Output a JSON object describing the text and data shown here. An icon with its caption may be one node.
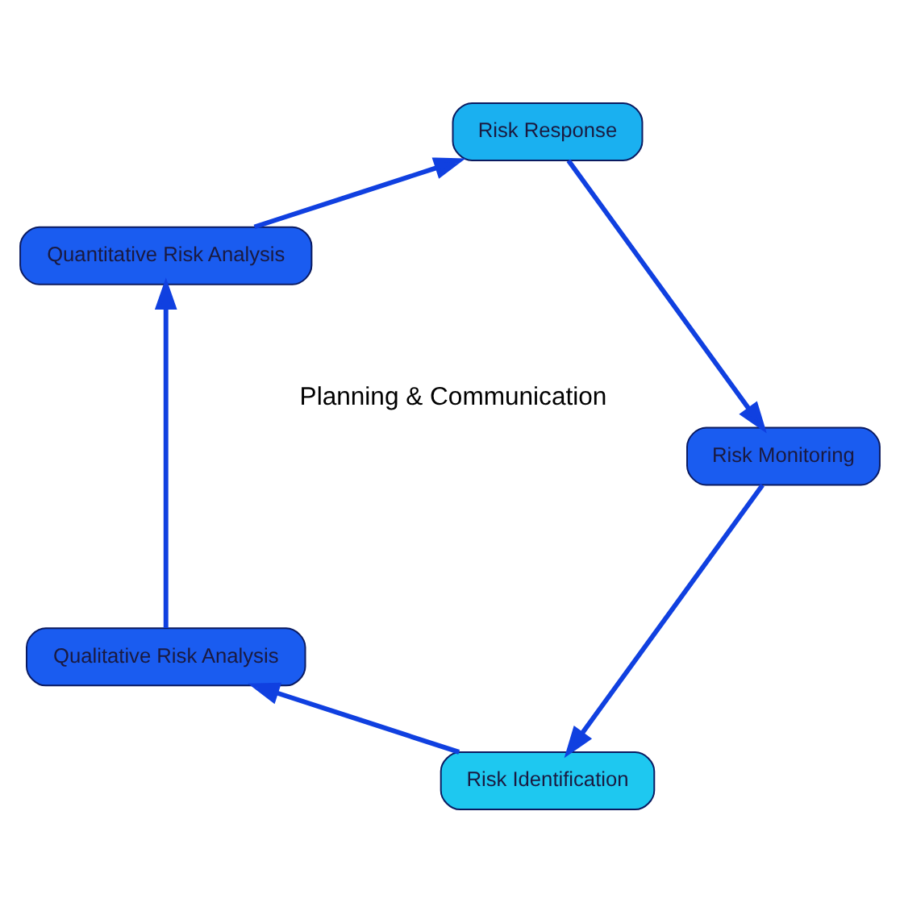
{
  "diagram": {
    "nodes": [
      {
        "text": [
          "Risk Identification"
        ]
      },
      {
        "text": [
          "Qualitative Risk Analysis"
        ]
      },
      {
        "text": [
          "Quantitative Risk Analysis"
        ]
      },
      {
        "text": [
          "Risk Response"
        ]
      },
      {
        "text": [
          "Risk Monitoring"
        ]
      }
    ],
    "edges": [
      {
        "from": 0,
        "to": 1,
        "arrow": "to"
      },
      {
        "from": 1,
        "to": 2,
        "arrow": "to"
      },
      {
        "from": 2,
        "to": 3,
        "arrow": "to"
      },
      {
        "from": 3,
        "to": 4,
        "arrow": "to"
      },
      {
        "from": 4,
        "to": 0,
        "arrow": "to"
      }
    ],
    "labels": [
      "Planning & Communication"
    ]
  }
}
